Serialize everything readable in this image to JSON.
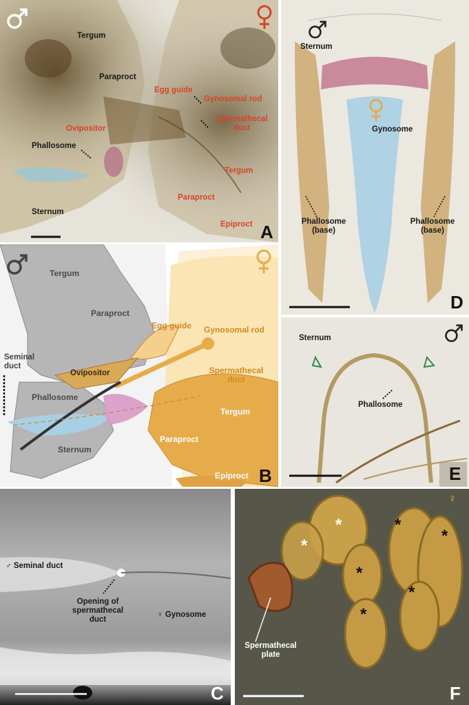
{
  "colors": {
    "male_symbol": "#ffffff",
    "female_symbol": "#d4452a",
    "female_label": "#d4452a",
    "schematic_male": "#b6b6b6",
    "schematic_female": "#e7ac4a",
    "gynosome": "#a9cfe4",
    "sclerite": "#d99ec8"
  },
  "panels": {
    "A": {
      "letter": "A",
      "labels": {
        "tergum_m": "Tergum",
        "paraproct_m": "Paraproct",
        "phallosome": "Phallosome",
        "sternum": "Sternum",
        "egg_guide": "Egg guide",
        "gynosomal_rod": "Gynosomal rod",
        "spermathecal_duct": "Spermathecal duct",
        "ovipositor": "Ovipositor",
        "tergum_f": "Tergum",
        "paraproct_f": "Paraproct",
        "epiproct": "Epiproct"
      }
    },
    "B": {
      "letter": "B",
      "labels": {
        "tergum_m": "Tergum",
        "paraproct_m": "Paraproct",
        "seminal_duct": "Seminal duct",
        "phallosome": "Phallosome",
        "sternum": "Sternum",
        "ovipositor": "Ovipositor",
        "egg_guide": "Egg guide",
        "gynosomal_rod": "Gynosomal rod",
        "spermathecal_duct": "Spermathecal duct",
        "tergum_f": "Tergum",
        "paraproct_f": "Paraproct",
        "epiproct": "Epiproct"
      }
    },
    "C": {
      "letter": "C",
      "labels": {
        "seminal_duct": "♂ Seminal duct",
        "opening": "Opening of spermathecal duct",
        "gynosome": "♀ Gynosome"
      }
    },
    "D": {
      "letter": "D",
      "labels": {
        "sternum": "Sternum",
        "gynosome": "Gynosome",
        "phallosome_base_l": "Phallosome (base)",
        "phallosome_base_r": "Phallosome (base)"
      }
    },
    "E": {
      "letter": "E",
      "labels": {
        "sternum": "Sternum",
        "phallosome": "Phallosome"
      }
    },
    "F": {
      "letter": "F",
      "labels": {
        "spermathecal_plate": "Spermathecal plate",
        "female_mark": "♀"
      }
    }
  }
}
